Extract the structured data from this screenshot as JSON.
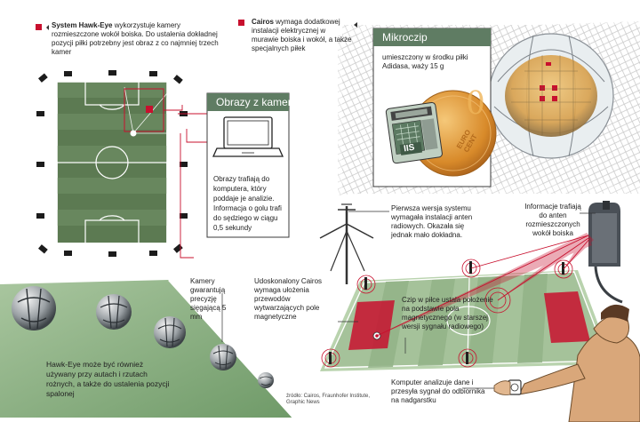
{
  "hawkeye": {
    "intro_bold": "System Hawk-Eye",
    "intro_rest": " wykorzystuje kamery rozmieszczone wokół boiska. Do ustalenia dokładnej pozycji piłki potrzebny jest obraz z co najmniej trzech kamer",
    "camera_panel_title": "Obrazy z kamer",
    "camera_panel_text": "Obrazy trafiają do komputera, który poddaje je analizie. Informacja o golu trafi do sędziego w ciągu 0,5 sekundy",
    "precision_note": "Kamery gwarantują precyzję sięgającą 5 mm",
    "extra_uses": "Hawk-Eye może być również używany przy autach i rzutach rożnych, a także do ustalenia pozycji spalonej"
  },
  "cairos": {
    "intro_bold": "Cairos",
    "intro_rest": " wymaga dodatkowej instalacji elektrycznej w murawie boiska i wokół, a także specjalnych piłek",
    "chip_title": "Mikroczip",
    "chip_text": "umieszczony w środku piłki Adidasa, waży 15 g",
    "chip_label": "IIS",
    "coin_label_line1": "EURO",
    "coin_label_line2": "CENT",
    "first_version": "Pierwsza wersja systemu wymagała instalacji anten radiowych. Okazała się jednak mało dokładna.",
    "antenna_info": "Informacje trafiają do anten rozmieszczonych wokół boiska",
    "improved_version": "Udoskonalony Cairos wymaga ułożenia przewodów wytwarzających pole magnetyczne",
    "chip_in_ball": "Czip w piłce ustala położenie na podstawie pola magnetycznego (w starszej wersji sygnału radiowego)",
    "computer_note": "Komputer analizuje dane i przesyła sygnał do odbiornika na nadgarstku"
  },
  "source": "źródło: Cairos, Fraunhofer Institute, Graphic News",
  "colors": {
    "accent_red": "#c8102e",
    "panel_green": "#5f7c63",
    "pitch_green": "#5c7a52",
    "pitch_stripe": "#6b8b60",
    "grass_light": "#a5c29a",
    "grass_dark": "#6f9a68"
  }
}
